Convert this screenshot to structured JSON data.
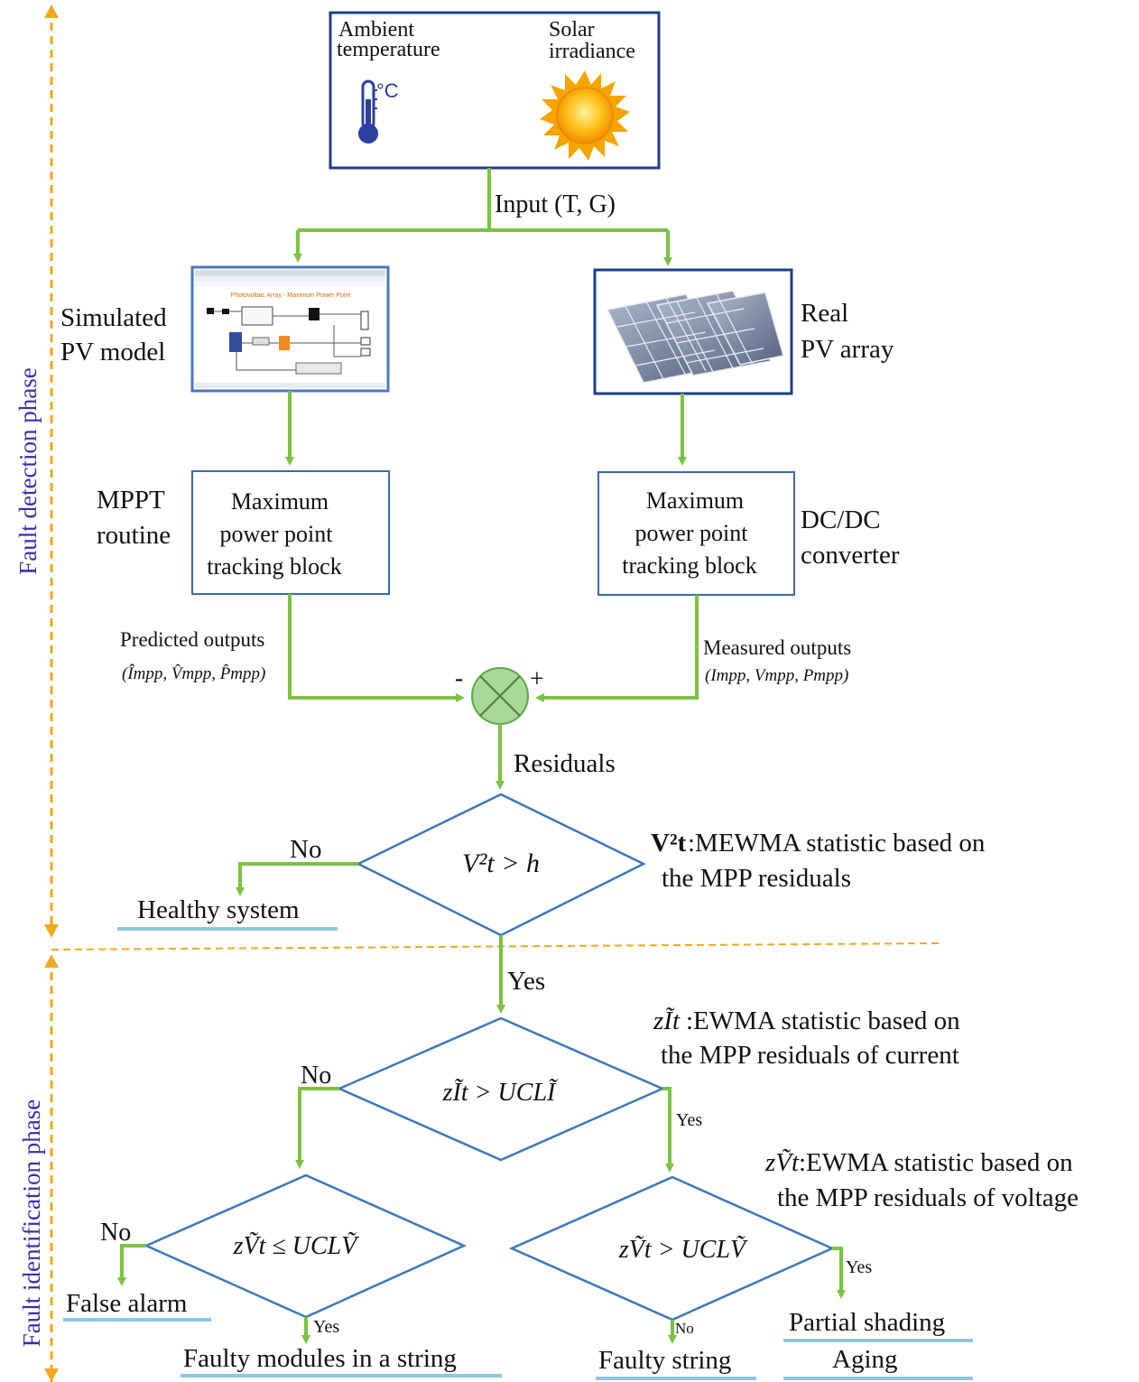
{
  "phases": {
    "detection": "Fault detection phase",
    "identification": "Fault identification phase"
  },
  "input_box": {
    "ambient_label_line1": "Ambient",
    "ambient_label_line2": "temperature",
    "thermometer_unit": "°C",
    "solar_label_line1": "Solar",
    "solar_label_line2": "irradiance"
  },
  "input_label": "Input (T, G)",
  "simulated": {
    "label_line1": "Simulated",
    "label_line2": "PV model",
    "screenshot_title": "Photovoltaic Array - Maximum Power Point"
  },
  "real": {
    "label_line1": "Real",
    "label_line2": "PV array"
  },
  "mppt_left": {
    "side_line1": "MPPT",
    "side_line2": "routine",
    "block_line1": "Maximum",
    "block_line2": "power point",
    "block_line3": "tracking block"
  },
  "mppt_right": {
    "side_line1": "DC/DC",
    "side_line2": "converter",
    "block_line1": "Maximum",
    "block_line2": "power point",
    "block_line3": "tracking block"
  },
  "predicted": {
    "label": "Predicted outputs",
    "vars": "(Împp, V̂mpp, P̂mpp)"
  },
  "measured": {
    "label": "Measured outputs",
    "vars": "(Impp, Vmpp, Pmpp)"
  },
  "sum": {
    "minus": "-",
    "plus": "+"
  },
  "residuals_label": "Residuals",
  "decision1": {
    "condition": "V²t > h",
    "no_label": "No",
    "yes_label": "Yes",
    "note_symbol": "V²t",
    "note_line1": ":MEWMA statistic based on",
    "note_line2": "the MPP residuals"
  },
  "healthy": "Healthy system",
  "decision2": {
    "condition": "zĨt > UCLĨ",
    "no_label": "No",
    "yes_label": "Yes",
    "note_symbol": "zĨt",
    "note_line1": ":EWMA statistic based on",
    "note_line2": "the MPP residuals of current"
  },
  "decision3": {
    "condition": "zṼt ≤ UCLṼ",
    "no_label": "No",
    "yes_label": "Yes"
  },
  "decision4": {
    "condition": "zṼt > UCLṼ",
    "no_label": "No",
    "yes_label": "Yes",
    "note_symbol": "zṼt",
    "note_line1": ":EWMA statistic based on",
    "note_line2": "the MPP residuals of voltage"
  },
  "outcomes": {
    "false_alarm": "False alarm",
    "faulty_modules": "Faulty modules in a string",
    "faulty_string": "Faulty string",
    "partial_shading": "Partial shading",
    "aging": "Aging"
  },
  "colors": {
    "flow": "#7cc242",
    "phase_axis": "#f2a81d",
    "phase_text": "#3a2db0",
    "box_border": "#1f3d8a",
    "diamond_border": "#3a78c0",
    "underline": "#8ec6e2"
  }
}
